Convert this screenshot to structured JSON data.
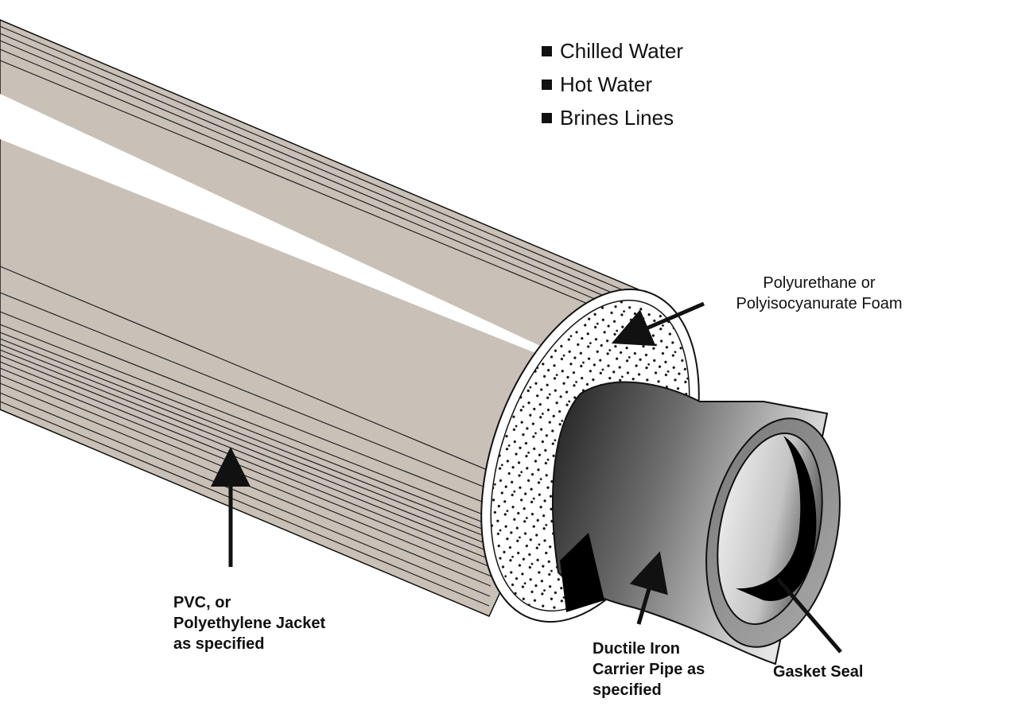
{
  "colors": {
    "jacket": "#c9c0b8",
    "jacket_line": "#111111",
    "foam": "#ffffff",
    "carrier_pipe_light": "#d4d4d4",
    "carrier_pipe_dark": "#2a2a2a",
    "gasket": "#000000"
  },
  "applications": [
    {
      "label": "Chilled Water"
    },
    {
      "label": "Hot Water"
    },
    {
      "label": "Brines Lines"
    }
  ],
  "callouts": {
    "foam": {
      "lines": [
        "Polyurethane or",
        "Polyisocyanurate Foam"
      ]
    },
    "jacket": {
      "lines": [
        "PVC, or",
        "Polyethylene Jacket",
        "as specified"
      ]
    },
    "carrier": {
      "lines": [
        "Ductile Iron",
        "Carrier Pipe as",
        "specified"
      ]
    },
    "gasket": {
      "lines": [
        "Gasket Seal"
      ]
    }
  }
}
